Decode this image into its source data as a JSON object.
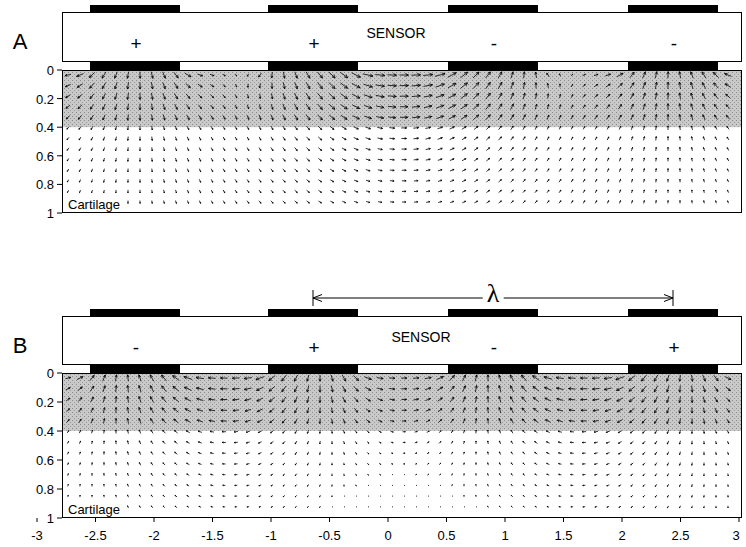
{
  "diagram": {
    "nodes": [
      {
        "text": [
          "SENSOR",
          "+",
          "+",
          "-",
          "-"
        ]
      },
      {
        "text": [
          "Cartilage"
        ]
      },
      {
        "text": [
          "SENSOR",
          "-",
          "+",
          "-",
          "+"
        ]
      },
      {
        "text": [
          "Cartilage"
        ]
      }
    ],
    "labels": [
      "A",
      "0",
      "0.2",
      "0.4",
      "0.6",
      "0.8",
      "1",
      "λ",
      "B",
      "0",
      "0.2",
      "0.4",
      "0.6",
      "0.8",
      "1",
      "-3",
      "-2.5",
      "-2",
      "-1.5",
      "-1",
      "-0.5",
      "0",
      "0.5",
      "1",
      "1.5",
      "2",
      "2.5",
      "3"
    ]
  }
}
